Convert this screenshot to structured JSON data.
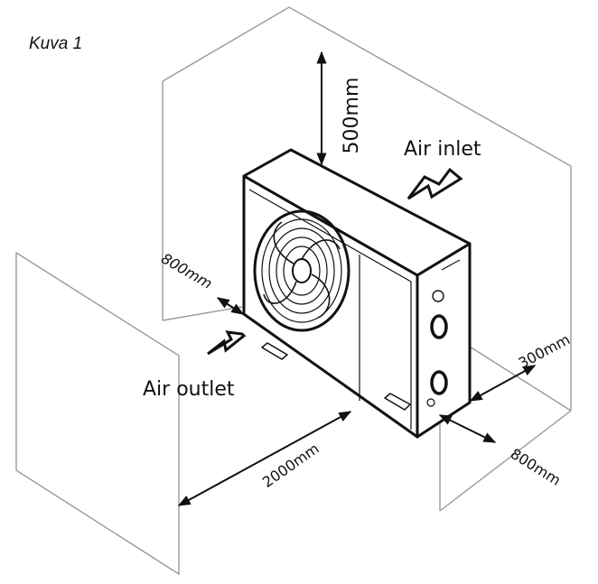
{
  "caption": "Kuva 1",
  "labels": {
    "top_clearance": "500mm",
    "air_inlet": "Air inlet",
    "air_outlet": "Air outlet",
    "left_clearance": "800mm",
    "front_clearance": "2000mm",
    "back_clearance": "300mm",
    "right_clearance": "800mm"
  },
  "colors": {
    "walls": "#9a9a9a",
    "unit": "#111111",
    "background": "#ffffff"
  }
}
